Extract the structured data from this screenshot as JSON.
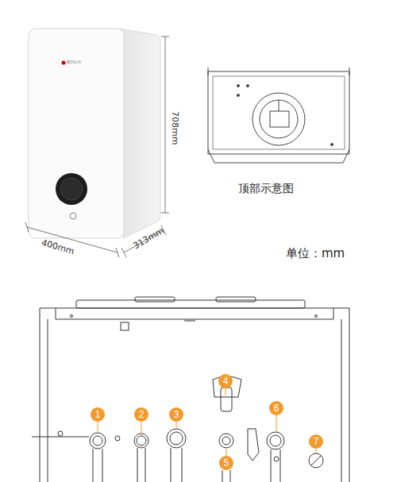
{
  "diagram": {
    "nodes": [
      {
        "text": [
          "1"
        ]
      },
      {
        "text": [
          "2"
        ]
      },
      {
        "text": [
          "3"
        ]
      },
      {
        "text": [
          "4"
        ]
      },
      {
        "text": [
          "5"
        ]
      },
      {
        "text": [
          "6"
        ]
      },
      {
        "text": [
          "7"
        ]
      }
    ],
    "labels": [
      "BOSCH",
      "708mm",
      "400mm",
      "313mm",
      "顶部示意图",
      "单位：mm"
    ]
  }
}
